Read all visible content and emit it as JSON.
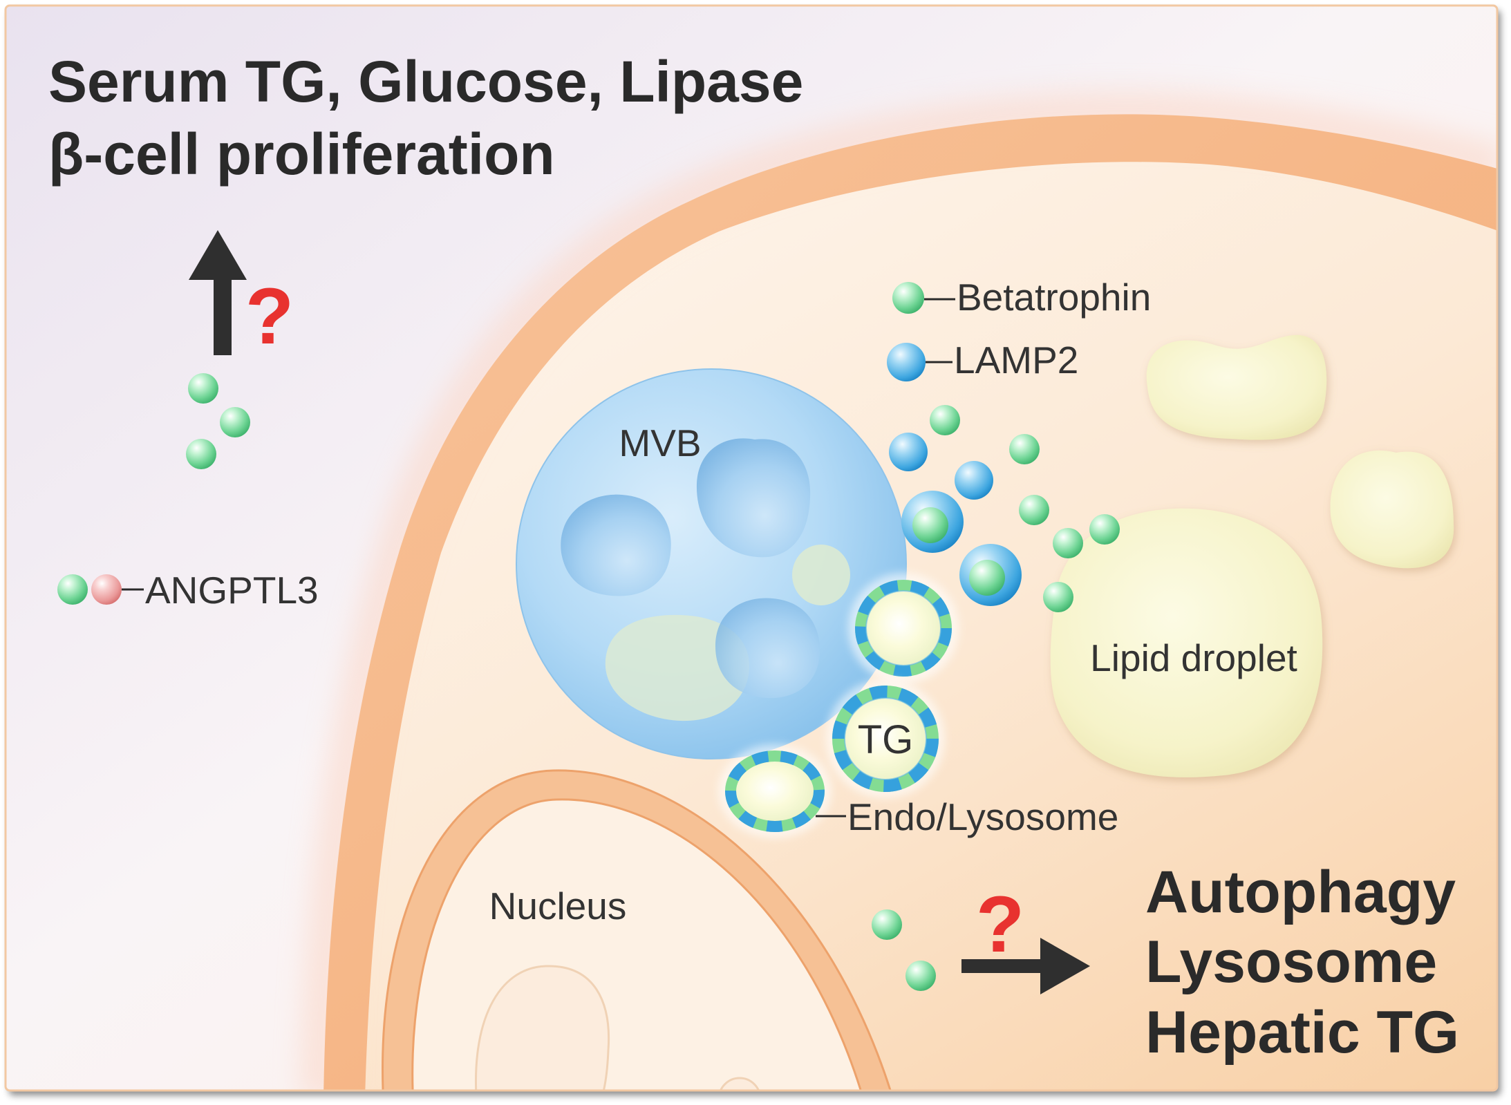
{
  "title": {
    "line1": "Serum TG, Glucose, Lipase",
    "line2": "β-cell proliferation"
  },
  "question_marks": {
    "top": "?",
    "bottom": "?"
  },
  "labels": {
    "betatrophin": "Betatrophin",
    "lamp2": "LAMP2",
    "angptl3": "ANGPTL3",
    "mvb": "MVB",
    "tg": "TG",
    "endo_lysosome": "Endo/Lysosome",
    "lipid_droplet": "Lipid droplet",
    "nucleus": "Nucleus"
  },
  "outcomes": {
    "line1": "Autophagy",
    "line2": "Lysosome",
    "line3": "Hepatic TG"
  },
  "icons": {
    "up_arrow": "arrow-up-icon",
    "right_arrow": "arrow-right-icon"
  },
  "colors": {
    "betatrophin": "#5fd08a",
    "lamp2": "#3aa7e0",
    "angptl3_partner": "#ea9a9a",
    "question_mark": "#e8322f",
    "membrane": "#f4b07b",
    "mvb": "#a9d3f2",
    "lipid_droplet": "#f7f4c8",
    "arrow": "#2f2f2f"
  }
}
